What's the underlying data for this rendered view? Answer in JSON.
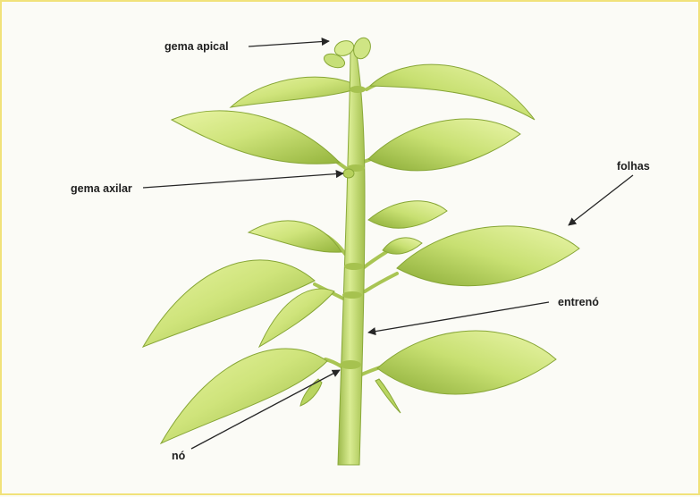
{
  "labels": {
    "apical_bud": "gema apical",
    "axillary_bud": "gema axilar",
    "leaves": "folhas",
    "internode": "entrenó",
    "node": "nó"
  },
  "colors": {
    "background": "#fbfbf6",
    "frame": "#f1e27a",
    "leaf_light": "#e4f199",
    "leaf_mid": "#c3dd6a",
    "leaf_dark": "#7f9e2e",
    "stem_light": "#cfe583",
    "stem_dark": "#8fae3e",
    "label_text": "#1e1e1e",
    "arrow": "#262626"
  }
}
